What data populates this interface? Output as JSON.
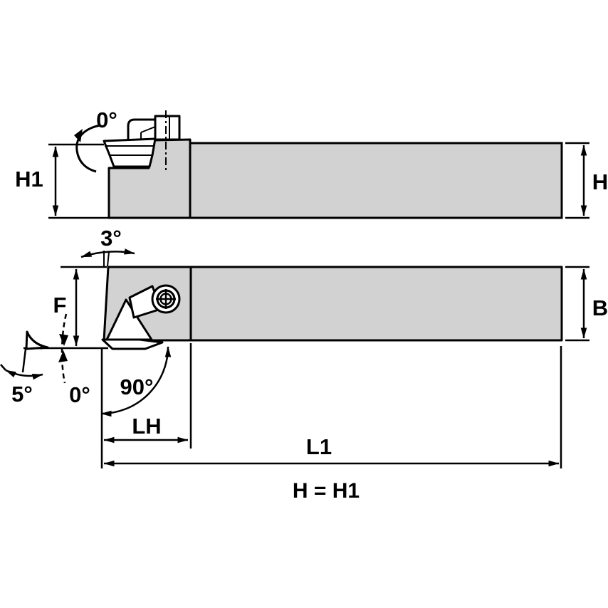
{
  "labels": {
    "side_height_left": "H1",
    "side_height_right": "H",
    "side_rake_angle": "0°",
    "plan_lead_angle": "3°",
    "plan_front_height": "F",
    "plan_shank_width": "B",
    "plan_clearance_angle": "5°",
    "plan_rake_angle": "0°",
    "plan_corner_angle": "90°",
    "plan_head_length": "LH",
    "plan_overall_length": "L1",
    "note": "H = H1"
  },
  "colors": {
    "body_fill": "#d2d2d2",
    "line": "#000000",
    "background": "#ffffff"
  }
}
